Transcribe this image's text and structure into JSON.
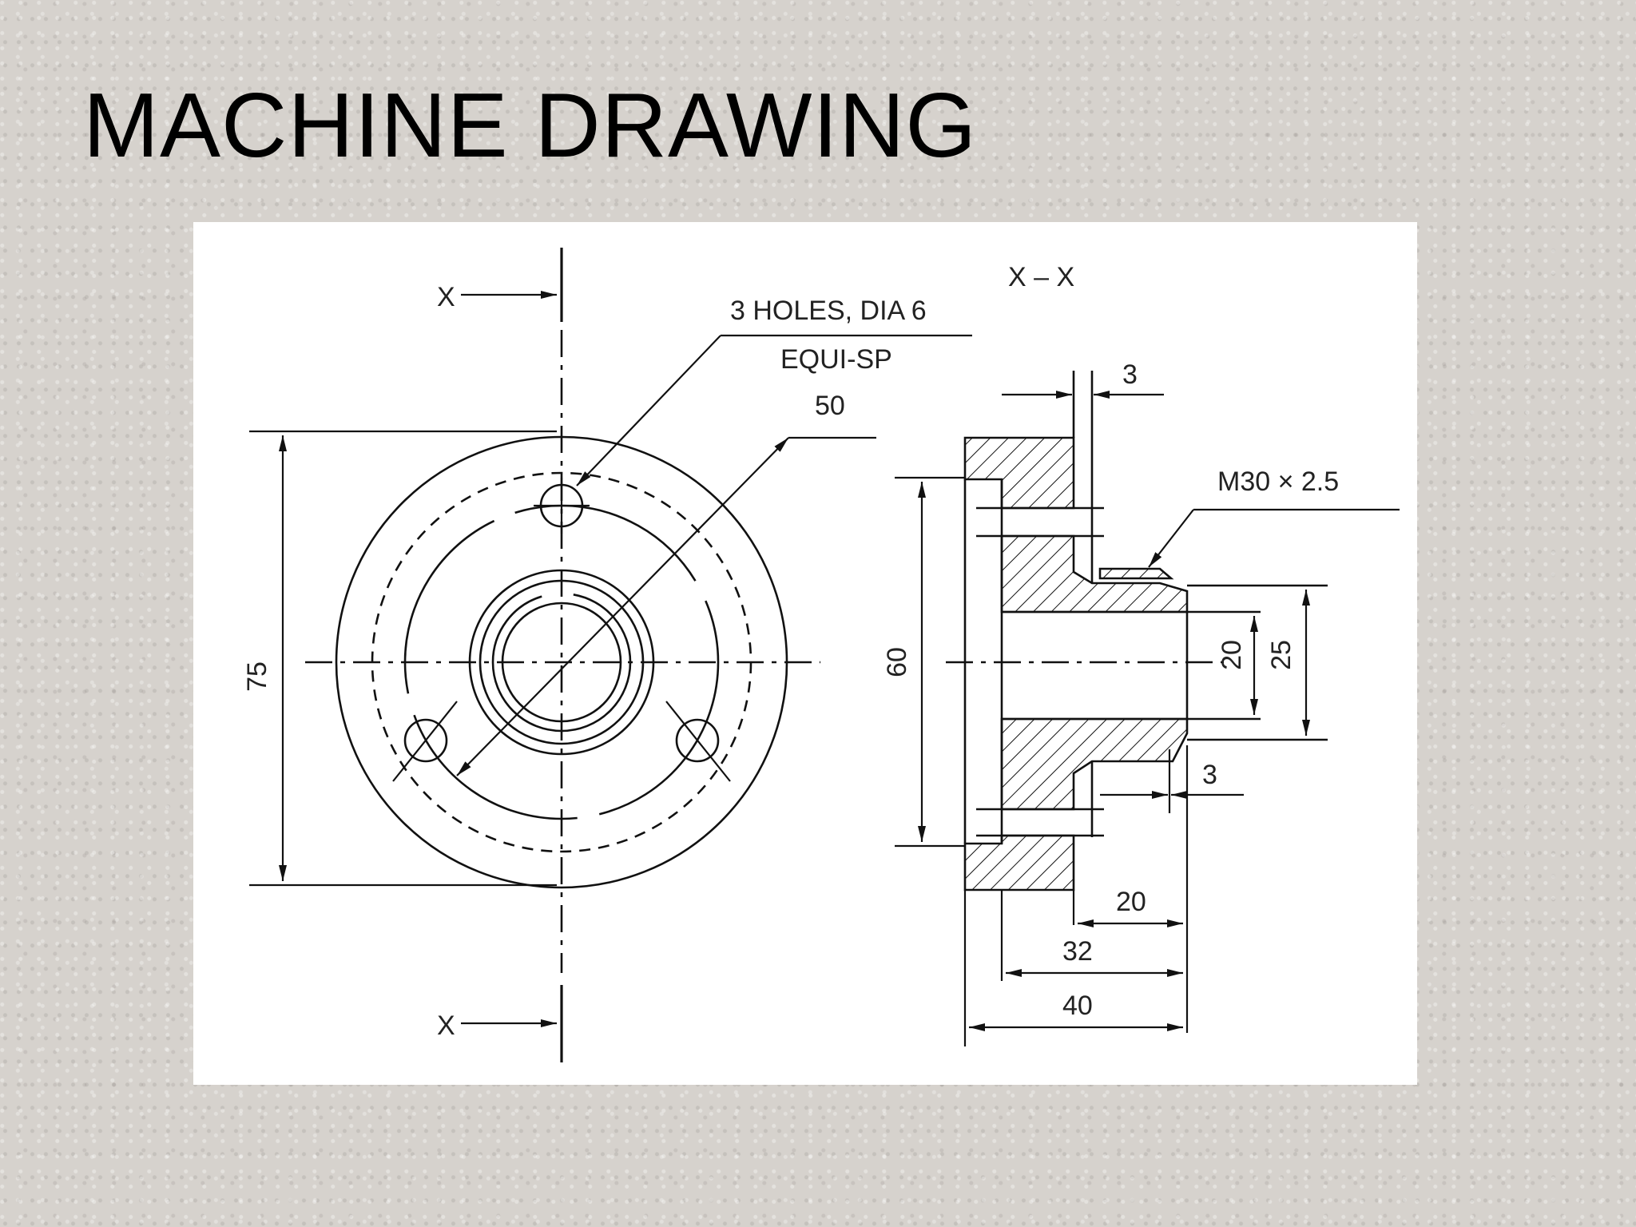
{
  "slide": {
    "title": "MACHINE DRAWING"
  },
  "drawing": {
    "front_view": {
      "section_marker_top": "X",
      "section_marker_bottom": "X",
      "note_holes_line1": "3 HOLES, DIA 6",
      "note_holes_line2": "EQUI-SP",
      "dim_pcd": "50",
      "dim_outer": "75"
    },
    "section_view": {
      "title": "X – X",
      "dim_flange_thickness": "3",
      "thread_note": "M30 × 2.5",
      "dim_recess": "60",
      "dim_bore": "20",
      "dim_hub_bore": "25",
      "dim_neck": "3",
      "dim_hub_length": "20",
      "dim_body_length": "32",
      "dim_total_length": "40"
    }
  }
}
